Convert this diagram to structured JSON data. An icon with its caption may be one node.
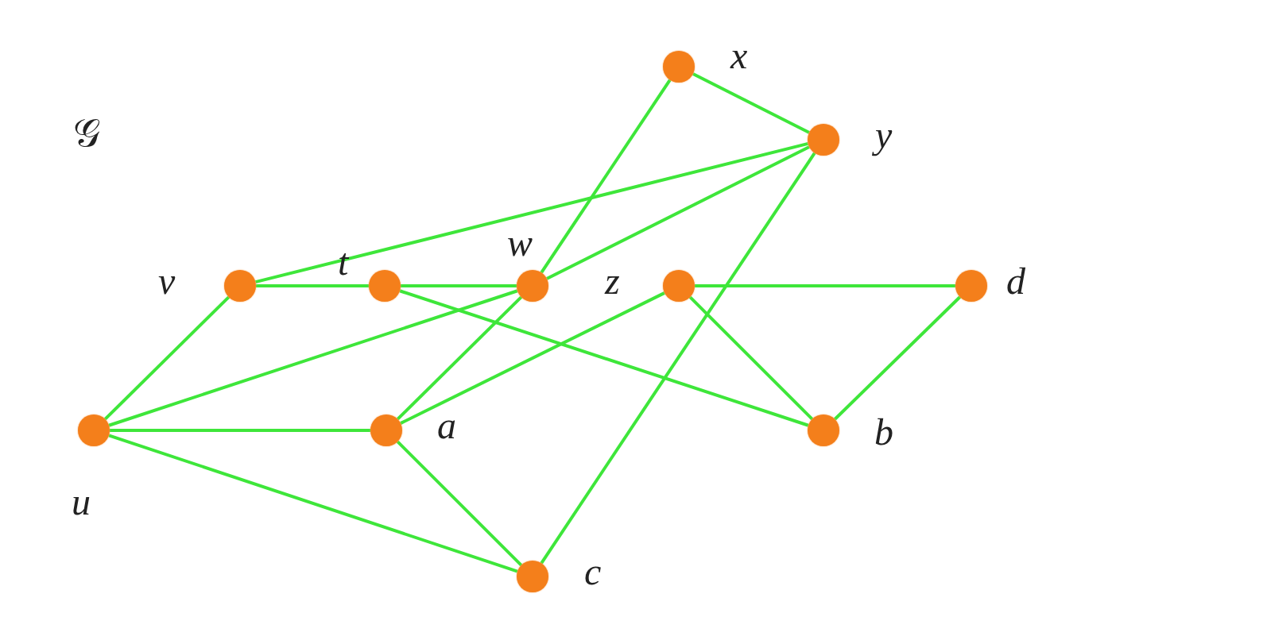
{
  "diagram": {
    "nodes": [
      {
        "text": [],
        "shape": "circle",
        "beside": [
          "x"
        ]
      },
      {
        "text": [],
        "shape": "circle",
        "beside": [
          "y"
        ]
      },
      {
        "text": [],
        "shape": "circle",
        "beside": [
          "v"
        ]
      },
      {
        "text": [],
        "shape": "circle",
        "beside": [
          "t"
        ]
      },
      {
        "text": [],
        "shape": "circle",
        "beside": [
          "w"
        ]
      },
      {
        "text": [],
        "shape": "circle",
        "beside": [
          "z"
        ]
      },
      {
        "text": [],
        "shape": "circle",
        "beside": [
          "d"
        ]
      },
      {
        "text": [],
        "shape": "circle",
        "beside": [
          "u"
        ]
      },
      {
        "text": [],
        "shape": "circle",
        "beside": [
          "a"
        ]
      },
      {
        "text": [],
        "shape": "circle",
        "beside": [
          "b"
        ]
      },
      {
        "text": [],
        "shape": "circle",
        "beside": [
          "c"
        ]
      }
    ],
    "edges": [
      {
        "from": 0,
        "to": 1,
        "arrow": "none"
      },
      {
        "from": 0,
        "to": 4,
        "arrow": "none"
      },
      {
        "from": 1,
        "to": 2,
        "arrow": "none"
      },
      {
        "from": 1,
        "to": 4,
        "arrow": "none"
      },
      {
        "from": 1,
        "to": 10,
        "arrow": "none"
      },
      {
        "from": 2,
        "to": 3,
        "arrow": "none"
      },
      {
        "from": 3,
        "to": 4,
        "arrow": "none"
      },
      {
        "from": 3,
        "to": 9,
        "arrow": "none"
      },
      {
        "from": 4,
        "to": 7,
        "arrow": "none"
      },
      {
        "from": 4,
        "to": 8,
        "arrow": "none"
      },
      {
        "from": 5,
        "to": 6,
        "arrow": "none"
      },
      {
        "from": 5,
        "to": 8,
        "arrow": "none"
      },
      {
        "from": 5,
        "to": 9,
        "arrow": "none"
      },
      {
        "from": 6,
        "to": 9,
        "arrow": "none"
      },
      {
        "from": 2,
        "to": 7,
        "arrow": "none"
      },
      {
        "from": 7,
        "to": 8,
        "arrow": "none"
      },
      {
        "from": 7,
        "to": 10,
        "arrow": "none"
      },
      {
        "from": 8,
        "to": 10,
        "arrow": "none"
      }
    ],
    "labels": [
      "𝒢"
    ]
  }
}
